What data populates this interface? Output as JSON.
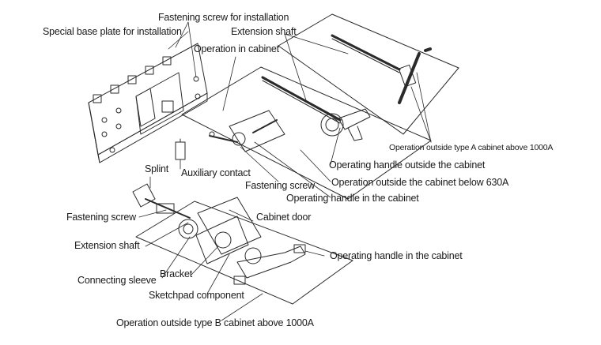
{
  "labels": {
    "fastening_screw_install": "Fastening screw for installation",
    "special_base_plate": "Special base plate for installation",
    "extension_shaft_top": "Extension shaft",
    "operation_in_cabinet": "Operation in cabinet",
    "operation_type_a": "Operation outside type A cabinet above 1000A",
    "operating_handle_outside": "Operating handle outside the cabinet",
    "operation_below_630": "Operation outside the cabinet below 630A",
    "operating_handle_in_cabinet_mid": "Operating handle in the cabinet",
    "fastening_screw_mid": "Fastening screw",
    "splint": "Splint",
    "auxiliary_contact": "Auxiliary contact",
    "fastening_screw_low": "Fastening screw",
    "cabinet_door": "Cabinet door",
    "extension_shaft_low": "Extension shaft",
    "operating_handle_in_cabinet_low": "Operating handle in the cabinet",
    "connecting_sleeve": "Connecting sleeve",
    "bracket": "Bracket",
    "sketchpad_component": "Sketchpad component",
    "operation_type_b": "Operation outside type B cabinet above 1000A"
  },
  "colors": {
    "ink": "#1a1a1a",
    "line": "#2a2a2a"
  }
}
